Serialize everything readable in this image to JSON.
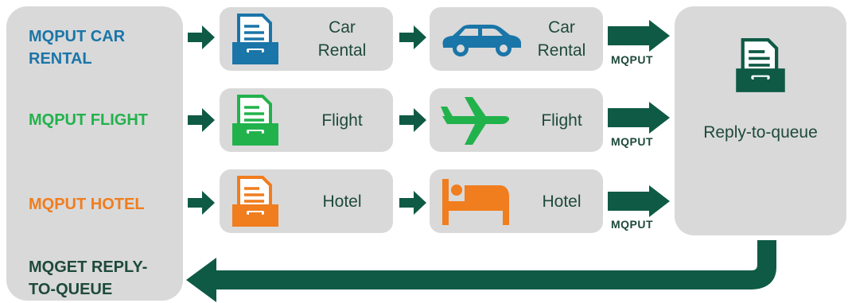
{
  "colors": {
    "car": "#1a75a8",
    "flight": "#22b24c",
    "hotel": "#f07d1e",
    "dark": "#0e5a45",
    "text": "#1e4a3a",
    "box": "#d9d9d9"
  },
  "left_panel": {
    "car_label_line1": "MQPUT CAR",
    "car_label_line2": "RENTAL",
    "flight_label": "MQPUT FLIGHT",
    "hotel_label": "MQPUT HOTEL",
    "reply_label_line1": "MQGET REPLY-",
    "reply_label_line2": "TO-QUEUE"
  },
  "queues": {
    "car_line1": "Car",
    "car_line2": "Rental",
    "flight": "Flight",
    "hotel": "Hotel"
  },
  "services": {
    "car_line1": "Car",
    "car_line2": "Rental",
    "flight": "Flight",
    "hotel": "Hotel"
  },
  "arrows": {
    "mqput_label_1": "MQPUT",
    "mqput_label_2": "MQPUT",
    "mqput_label_3": "MQPUT"
  },
  "reply_queue": {
    "label": "Reply-to-queue"
  },
  "icons": {
    "car_queue": "inbox-tray-icon",
    "flight_queue": "inbox-tray-icon",
    "hotel_queue": "inbox-tray-icon",
    "car_service": "car-icon",
    "flight_service": "airplane-icon",
    "hotel_service": "bed-icon",
    "reply_queue": "inbox-tray-icon"
  }
}
